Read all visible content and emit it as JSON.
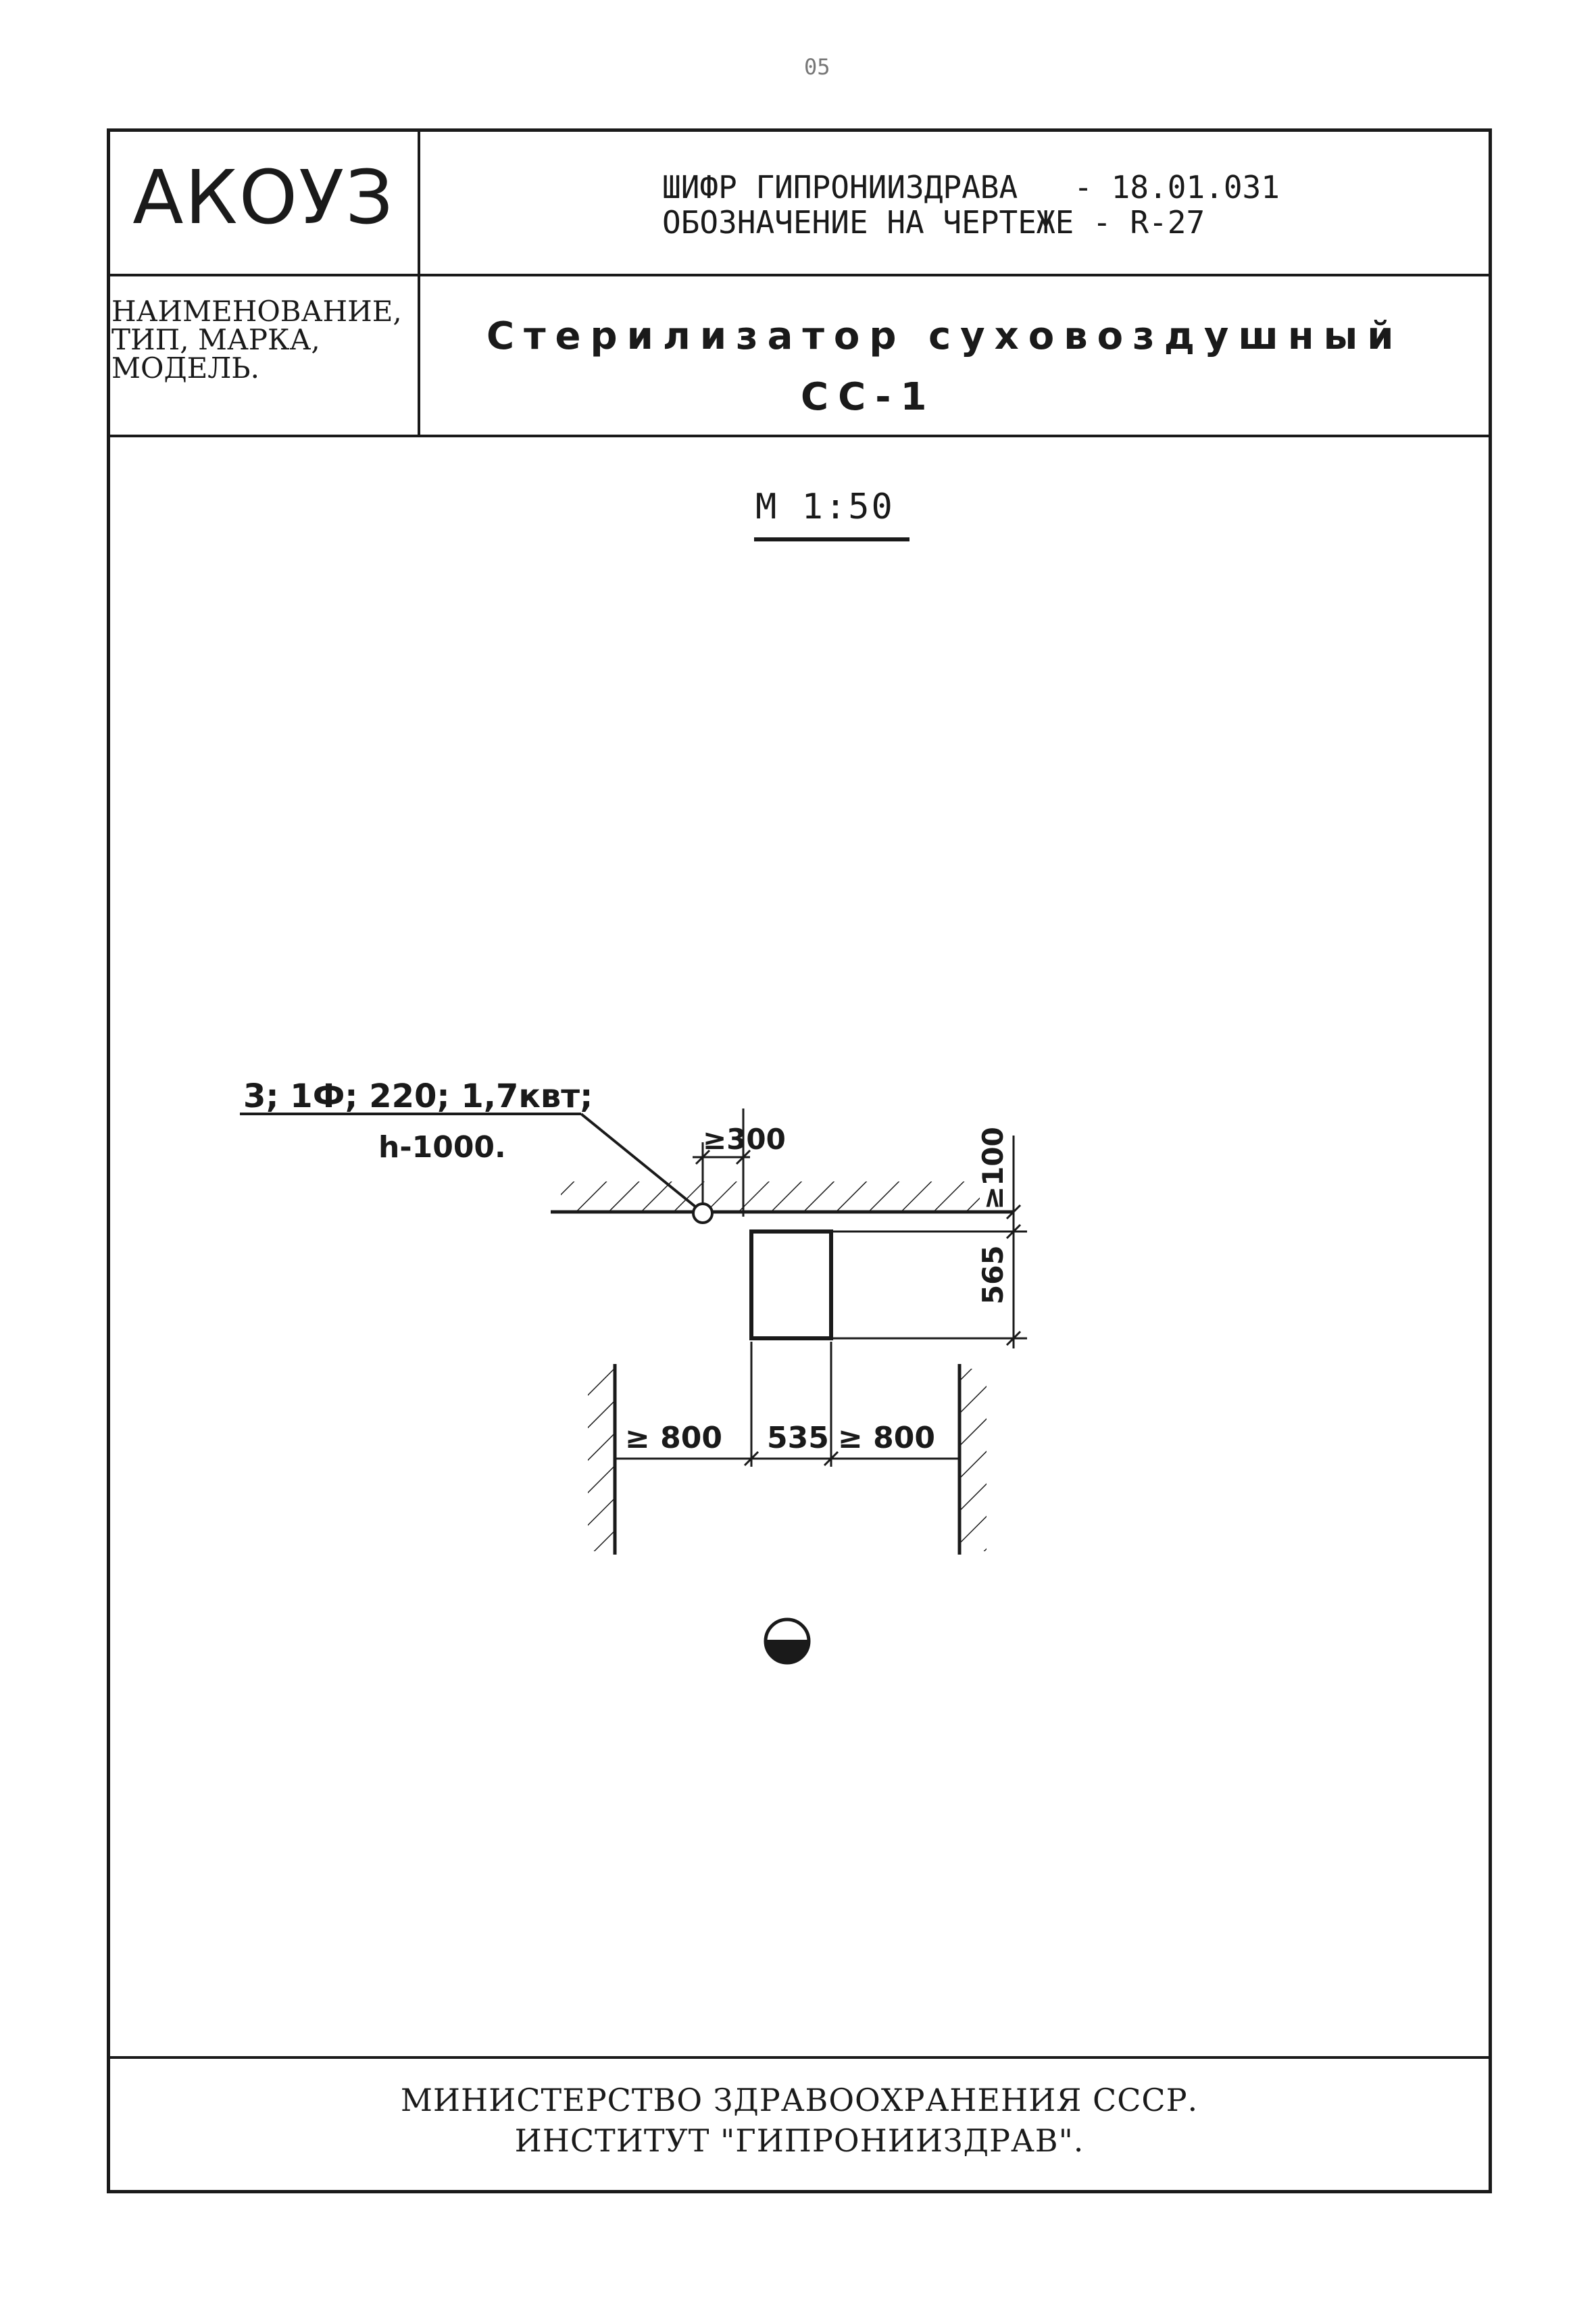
{
  "top_mark": "05",
  "header": {
    "logo": "АКОУЗ",
    "code_line1": "ШИФР ГИПРОНИИЗДРАВА   - 18.01.031",
    "code_line2": "ОБОЗНАЧЕНИЕ НА ЧЕРТЕЖЕ - R-27"
  },
  "name_row": {
    "label": "НАИМЕНОВАНИЕ, ТИП, МАРКА, МОДЕЛЬ.",
    "title": "Стерилизатор суховоздушный",
    "model": "СС-1"
  },
  "scale": "М 1:50",
  "drawing": {
    "power_label": "3; 1Ф; 220; 1,7квт;",
    "height_label": "h-1000.",
    "dim_top": "≥300",
    "dim_right_top": "≥100",
    "dim_depth": "565",
    "dim_left": "≥ 800",
    "dim_width": "535",
    "dim_right": "≥ 800"
  },
  "footer": {
    "line1": "МИНИСТЕРСТВО ЗДРАВООХРАНЕНИЯ СССР.",
    "line2": "ИНСТИТУТ \"ГИПРОНИИЗДРАВ\"."
  }
}
